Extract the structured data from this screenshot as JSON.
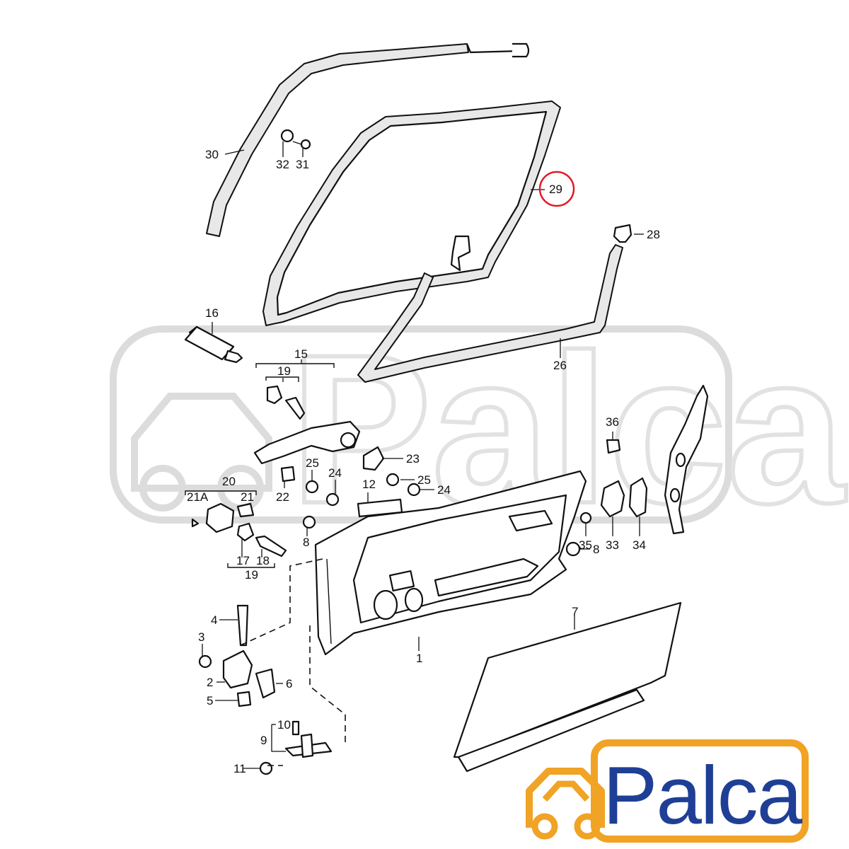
{
  "watermark": {
    "text": "Palca"
  },
  "logo": {
    "text": "Palca",
    "text_color": "#1f3f96",
    "icon_color": "#f0a324"
  },
  "highlight": {
    "callout": "29",
    "ring_color": "#e01b24"
  },
  "callouts": {
    "c1": "1",
    "c2": "2",
    "c3": "3",
    "c4": "4",
    "c5": "5",
    "c6": "6",
    "c7": "7",
    "c8a": "8",
    "c8b": "8",
    "c9": "9",
    "c10": "10",
    "c11": "11",
    "c12": "12",
    "c15": "15",
    "c16": "16",
    "c17": "17",
    "c18": "18",
    "c19a": "19",
    "c19b": "19",
    "c20": "20",
    "c21a": "21A",
    "c21": "21",
    "c22": "22",
    "c23": "23",
    "c24a": "24",
    "c24b": "24",
    "c25a": "25",
    "c25b": "25",
    "c26": "26",
    "c28": "28",
    "c29": "29",
    "c30": "30",
    "c31": "31",
    "c32": "32",
    "c33": "33",
    "c34": "34",
    "c35": "35",
    "c36": "36"
  }
}
